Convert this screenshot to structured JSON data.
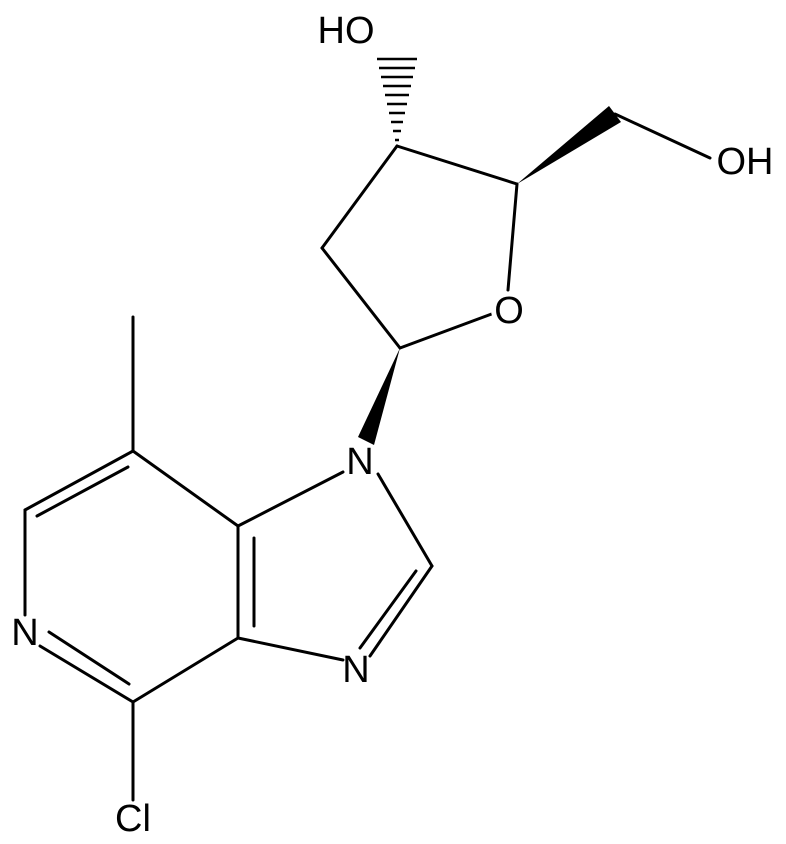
{
  "atoms": {
    "hydroxyl_top": "HO",
    "hydroxyl_right": "OH",
    "ring_oxygen": "O",
    "n1": "N",
    "n3": "N",
    "pyridine_n": "N",
    "chlorine": "Cl"
  },
  "colors": {
    "ink": "#000000",
    "background": "#ffffff"
  }
}
